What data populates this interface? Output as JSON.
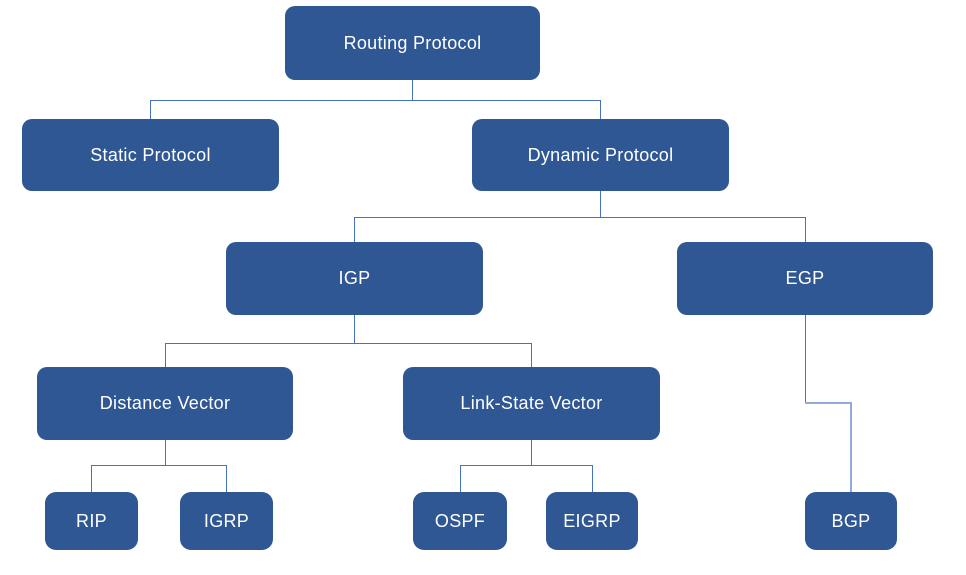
{
  "diagram": {
    "type": "tree",
    "nodes": {
      "routing_protocol": {
        "label": "Routing Protocol"
      },
      "static_protocol": {
        "label": "Static Protocol"
      },
      "dynamic_protocol": {
        "label": "Dynamic Protocol"
      },
      "igp": {
        "label": "IGP"
      },
      "egp": {
        "label": "EGP"
      },
      "distance_vector": {
        "label": "Distance Vector"
      },
      "link_state_vector": {
        "label": "Link-State Vector"
      },
      "rip": {
        "label": "RIP"
      },
      "igrp": {
        "label": "IGRP"
      },
      "ospf": {
        "label": "OSPF"
      },
      "eigrp": {
        "label": "EIGRP"
      },
      "bgp": {
        "label": "BGP"
      }
    },
    "edges": [
      [
        "Routing Protocol",
        "Static Protocol"
      ],
      [
        "Routing Protocol",
        "Dynamic Protocol"
      ],
      [
        "Dynamic Protocol",
        "IGP"
      ],
      [
        "Dynamic Protocol",
        "EGP"
      ],
      [
        "IGP",
        "Distance Vector"
      ],
      [
        "IGP",
        "Link-State Vector"
      ],
      [
        "Distance Vector",
        "RIP"
      ],
      [
        "Distance Vector",
        "IGRP"
      ],
      [
        "Link-State Vector",
        "OSPF"
      ],
      [
        "Link-State Vector",
        "EIGRP"
      ],
      [
        "EGP",
        "BGP"
      ]
    ],
    "colors": {
      "node_fill": "#2F5794",
      "node_text": "#FFFFFF",
      "connector": "#4472C4",
      "connector_light": "#8FAADC",
      "background": "#FFFFFF"
    }
  }
}
